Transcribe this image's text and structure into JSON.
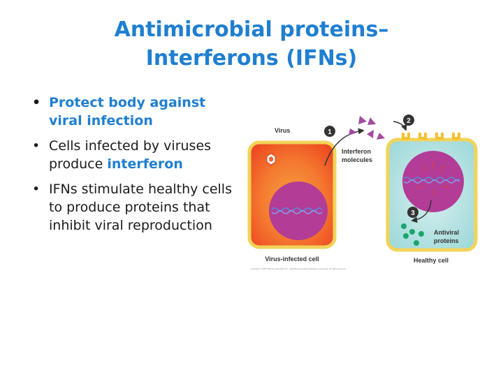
{
  "title": {
    "line1": "Antimicrobial proteins–",
    "line2": "Interferons (IFNs)"
  },
  "bullets": [
    {
      "text": "Protect body against viral infection"
    },
    {
      "pre": "Cells infected by viruses produce ",
      "highlight": "interferon"
    },
    {
      "text": "IFNs stimulate healthy cells to produce proteins that inhibit viral reproduction"
    }
  ],
  "diagram": {
    "virus_label": "Virus",
    "interferon_label_1": "Interferon",
    "interferon_label_2": "molecules",
    "antiviral_label_1": "Antiviral",
    "antiviral_label_2": "proteins",
    "infected_cell_label": "Virus-infected cell",
    "healthy_cell_label": "Healthy cell",
    "steps": [
      "1",
      "2",
      "3"
    ],
    "copyright": "Copyright © 2007 Pearson Education Inc., publishing as Pearson Benjamin Cummings. All rights reserved.",
    "colors": {
      "infected_cell": "#f25a28",
      "healthy_cell": "#a8dde0",
      "nucleus": "#b23c96",
      "interferon": "#a24b9f",
      "antiviral": "#1aa56a",
      "receptor": "#f5c132",
      "cell_border": "#f2d35a"
    }
  }
}
